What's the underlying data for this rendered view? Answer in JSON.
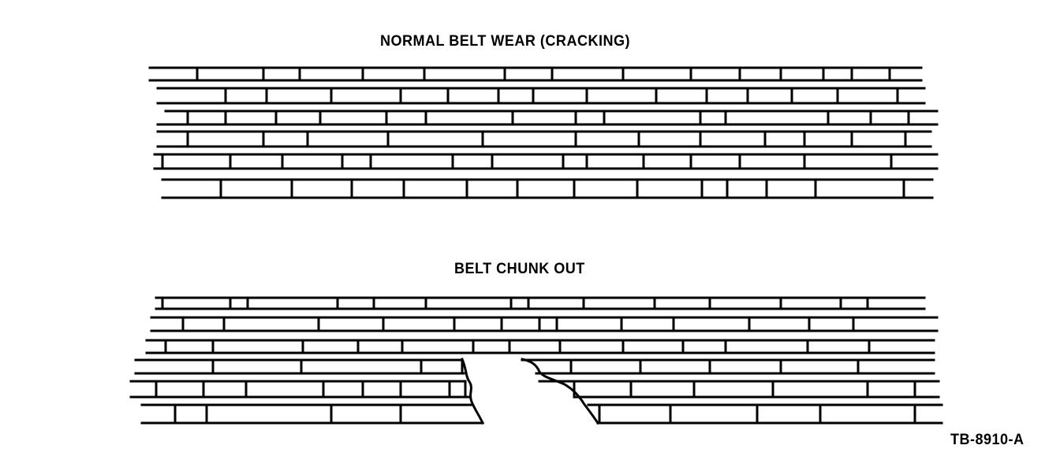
{
  "figure": {
    "top_caption": "NORMAL BELT WEAR (CRACKING)",
    "bottom_caption": "BELT CHUNK OUT",
    "reference_id": "TB-8910-A"
  }
}
